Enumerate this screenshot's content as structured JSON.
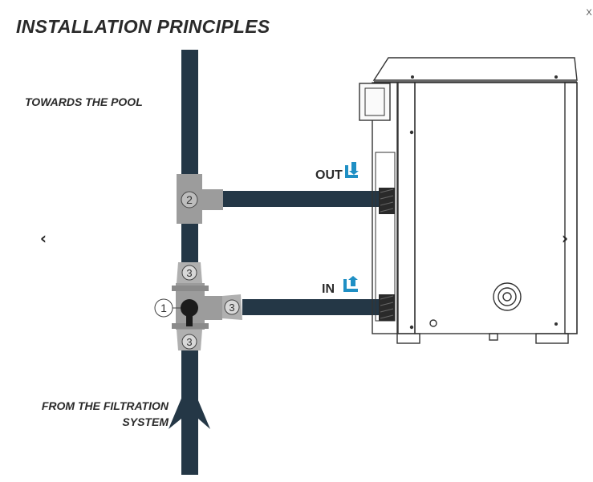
{
  "page": {
    "title": "INSTALLATION PRINCIPLES",
    "close_label": "X",
    "prev_icon": "‹",
    "next_icon": "›"
  },
  "labels": {
    "towards_pool": "TOWARDS THE POOL",
    "from_filtration_line1": "FROM THE FILTRATION",
    "from_filtration_line2": "SYSTEM",
    "out": "OUT",
    "in": "IN"
  },
  "markers": {
    "valve": "1",
    "tee": "2",
    "union_top": "3",
    "union_side": "3",
    "union_bottom": "3"
  },
  "colors": {
    "pipe": "#243746",
    "fitting": "#9c9c9c",
    "outline": "#333333",
    "accent_arrow": "#1f8fc4"
  }
}
